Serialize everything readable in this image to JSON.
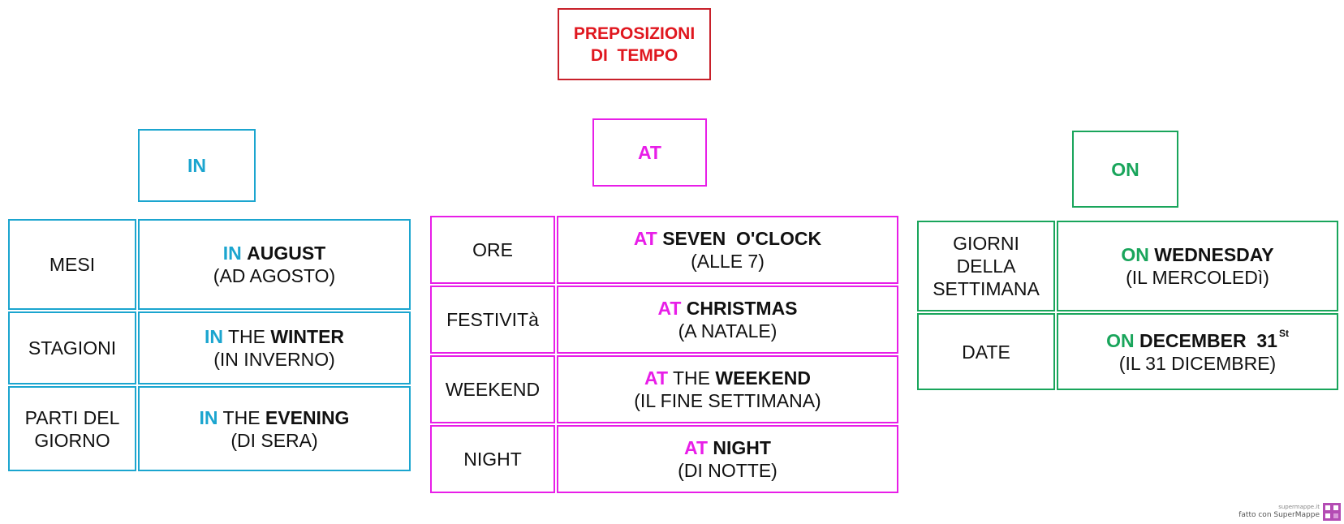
{
  "title": {
    "line1": "PREPOSIZIONI",
    "line2": "DI  TEMPO"
  },
  "colors": {
    "in": "#1ba5cf",
    "at": "#e81ee8",
    "on": "#19a55b",
    "title": "#e0171f",
    "title_border": "#c8202a"
  },
  "groups": {
    "in": {
      "label": "IN",
      "rows": [
        {
          "category": "MESI",
          "prep": "IN",
          "mid": "",
          "word": "AUGUST",
          "translation": "(AD AGOSTO)"
        },
        {
          "category": "STAGIONI",
          "prep": "IN",
          "mid": "THE",
          "word": "WINTER",
          "translation": "(IN INVERNO)"
        },
        {
          "category_line1": "PARTI DEL",
          "category_line2": "GIORNO",
          "prep": "IN",
          "mid": "THE",
          "word": "EVENING",
          "translation": "(DI SERA)"
        }
      ]
    },
    "at": {
      "label": "AT",
      "rows": [
        {
          "category": "ORE",
          "prep": "AT",
          "mid": "",
          "word": "SEVEN  O'CLOCK",
          "translation": "(ALLE 7)"
        },
        {
          "category": "FESTIVITà",
          "prep": "AT",
          "mid": "",
          "word": "CHRISTMAS",
          "translation": "(A NATALE)"
        },
        {
          "category": "WEEKEND",
          "prep": "AT",
          "mid": "THE",
          "word": "WEEKEND",
          "translation": "(IL FINE SETTIMANA)"
        },
        {
          "category": "NIGHT",
          "prep": "AT",
          "mid": "",
          "word": "NIGHT",
          "translation": "(DI NOTTE)"
        }
      ]
    },
    "on": {
      "label": "ON",
      "rows": [
        {
          "category_line1": "GIORNI",
          "category_line2": "DELLA",
          "category_line3": "SETTIMANA",
          "prep": "ON",
          "mid": "",
          "word": "WEDNESDAY",
          "translation": "(IL MERCOLEDì)"
        },
        {
          "category": "DATE",
          "prep": "ON",
          "mid": "",
          "word": "DECEMBER  31",
          "sup": "St",
          "translation": "(IL 31 DICEMBRE)"
        }
      ]
    }
  },
  "footer": {
    "site": "supermappe.it",
    "made_with": "fatto con SuperMappe"
  }
}
